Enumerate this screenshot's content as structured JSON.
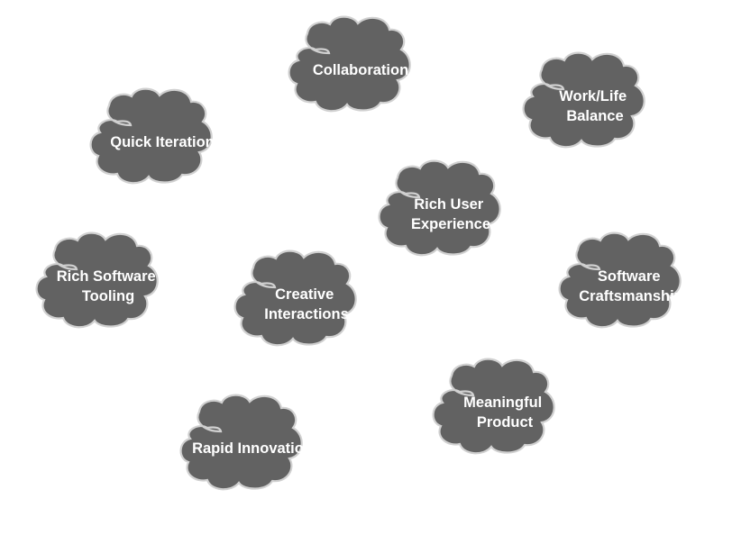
{
  "colors": {
    "background": "#ffffff",
    "cloud_fill": "#626262",
    "cloud_outline": "#d0d0d0",
    "label_text": "#ffffff"
  },
  "clouds": [
    {
      "id": "collaboration",
      "lines": [
        "Collaboration"
      ]
    },
    {
      "id": "work-life-balance",
      "lines": [
        "Work/Life",
        "Balance"
      ]
    },
    {
      "id": "quick-iteration",
      "lines": [
        "Quick Iteration"
      ]
    },
    {
      "id": "rich-user-experience",
      "lines": [
        "Rich User",
        "Experience"
      ]
    },
    {
      "id": "rich-software-tooling",
      "lines": [
        "Rich Software",
        "Tooling"
      ]
    },
    {
      "id": "creative-interactions",
      "lines": [
        "Creative",
        "Interactions"
      ]
    },
    {
      "id": "software-craftsmanship",
      "lines": [
        "Software",
        "Craftsmanship"
      ]
    },
    {
      "id": "meaningful-product",
      "lines": [
        "Meaningful",
        "Product"
      ]
    },
    {
      "id": "rapid-innovation",
      "lines": [
        "Rapid Innovation"
      ]
    }
  ]
}
